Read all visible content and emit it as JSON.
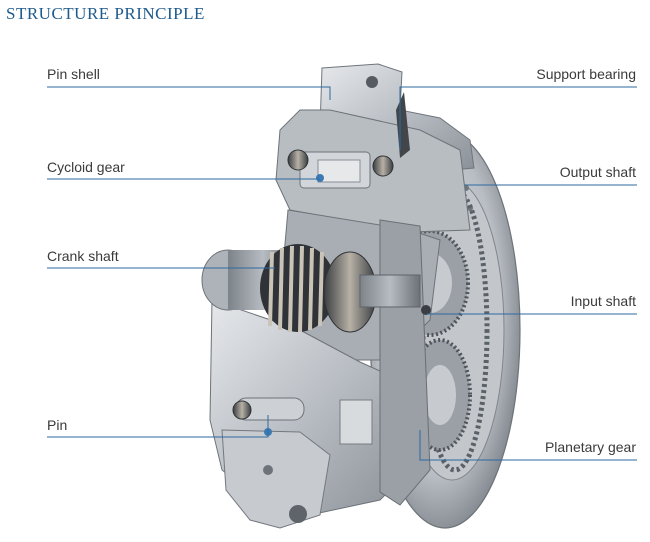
{
  "title": "STRUCTURE PRINCIPLE",
  "labels": {
    "pin_shell": "Pin shell",
    "cycloid_gear": "Cycloid gear",
    "crank_shaft": "Crank shaft",
    "pin": "Pin",
    "support_bearing": "Support bearing",
    "output_shaft": "Output shaft",
    "input_shaft": "Input shaft",
    "planetary_gear": "Planetary gear"
  },
  "colors": {
    "title": "#1f5a8c",
    "leader_line": "#2c6aa0",
    "metal_light": "#c9cdd2",
    "metal_mid": "#9aa0a7",
    "metal_dark": "#5f656c"
  }
}
